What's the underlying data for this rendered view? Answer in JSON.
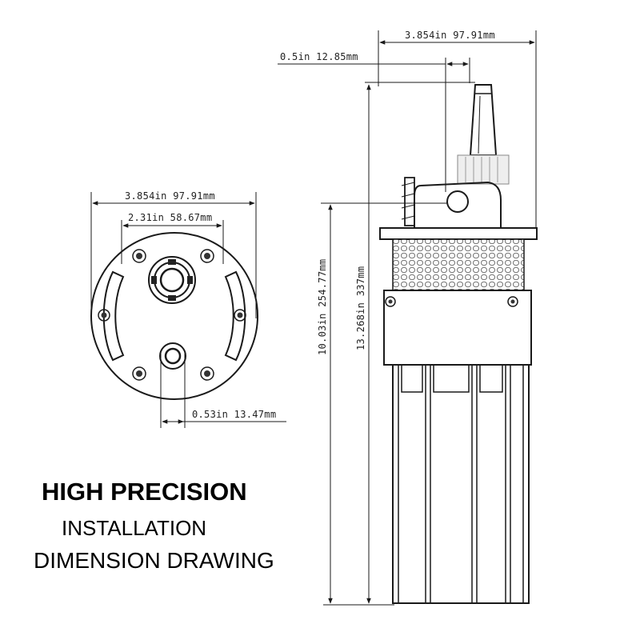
{
  "dimensions": {
    "top_width": "3.854in 97.91mm",
    "outlet_offset": "0.5in 12.85mm",
    "base_width": "3.854in 97.91mm",
    "bolt_spacing": "2.31in 58.67mm",
    "inlet_offset": "0.53in 13.47mm",
    "body_height": "10.03in 254.77mm",
    "total_height": "13.268in 337mm"
  },
  "caption": {
    "line1": "HIGH PRECISION",
    "line2": "INSTALLATION",
    "line3": "DIMENSION DRAWING"
  },
  "colors": {
    "line": "#1a1a1a",
    "background": "#ffffff"
  }
}
